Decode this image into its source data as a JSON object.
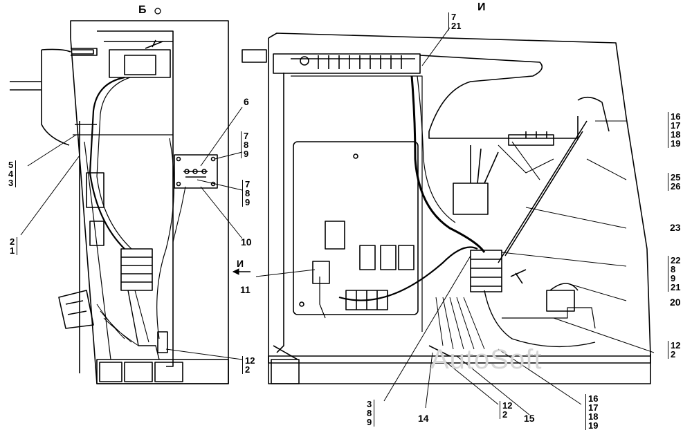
{
  "view_labels": {
    "view_b": "Б",
    "view_i_top": "И",
    "view_i_arrow": "И"
  },
  "callouts": {
    "c_5_4_3": [
      "5",
      "4",
      "3"
    ],
    "c_2_1": [
      "2",
      "1"
    ],
    "c_6": "6",
    "c_7_8_9_a": [
      "7",
      "8",
      "9"
    ],
    "c_7_8_9_b": [
      "7",
      "8",
      "9"
    ],
    "c_10": "10",
    "c_11": "11",
    "c_12_2_a": [
      "12",
      "2"
    ],
    "c_7_21": [
      "7",
      "21"
    ],
    "c_16_19_a": [
      "16",
      "17",
      "18",
      "19"
    ],
    "c_25_26": [
      "25",
      "26"
    ],
    "c_23": "23",
    "c_22_8_9_21": [
      "22",
      "8",
      "9",
      "21"
    ],
    "c_20": "20",
    "c_12_2_b": [
      "12",
      "2"
    ],
    "c_3_8_9": [
      "3",
      "8",
      "9"
    ],
    "c_14": "14",
    "c_12_2_c": [
      "12",
      "2"
    ],
    "c_15": "15",
    "c_16_19_b": [
      "16",
      "17",
      "18",
      "19"
    ]
  },
  "watermark": "AutoSoft"
}
